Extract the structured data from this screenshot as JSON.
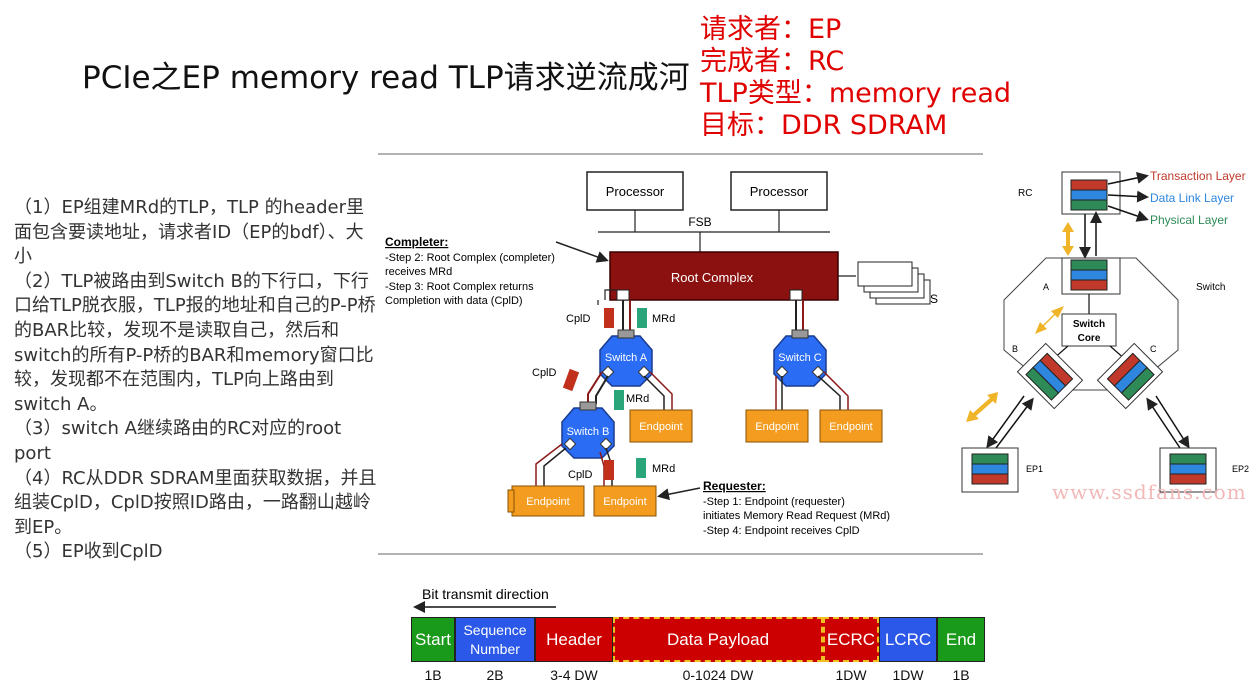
{
  "title": "PCIe之EP memory read TLP请求逆流成河",
  "info": [
    "请求者：EP",
    "完成者：RC",
    "TLP类型：memory read",
    "目标：DDR SDRAM"
  ],
  "steps": [
    "（1）EP组建MRd的TLP，TLP 的header里面包含要读地址，请求者ID（EP的bdf）、大小",
    "（2）TLP被路由到Switch B的下行口，下行口给TLP脱衣服，TLP报的地址和自己的P-P桥的BAR比较，发现不是读取自己，然后和switch的所有P-P桥的BAR和memory窗口比较，发现都不在范围内，TLP向上路由到switch A。",
    "（3）switch A继续路由的RC对应的root port",
    "（4）RC从DDR SDRAM里面获取数据，并且组装CplD，CplD按照ID路由，一路翻山越岭到EP。",
    "（5）EP收到CplD"
  ],
  "topology": {
    "processor1": "Processor",
    "processor2": "Processor",
    "fsb": "FSB",
    "root_complex": "Root Complex",
    "switch_a": "Switch A",
    "switch_b": "Switch B",
    "switch_c": "Switch C",
    "endpoint": "Endpoint",
    "cpld": "CplD",
    "mrd": "MRd",
    "s_label": "S",
    "completer": {
      "heading": "Completer:",
      "lines": [
        "-Step 2: Root Complex (completer)",
        "receives MRd",
        "-Step 3: Root Complex returns",
        "Completion with data (CplD)"
      ]
    },
    "requester": {
      "heading": "Requester:",
      "lines": [
        "-Step 1: Endpoint (requester)",
        "initiates Memory Read Request (MRd)",
        "-Step 4: Endpoint receives CplD"
      ]
    }
  },
  "layers": {
    "rc": "RC",
    "switch": "Switch",
    "a": "A",
    "b": "B",
    "c": "C",
    "switch_core_1": "Switch",
    "switch_core_2": "Core",
    "ep1": "EP1",
    "ep2": "EP2",
    "transaction": "Transaction Layer",
    "data_link": "Data Link Layer",
    "physical": "Physical Layer",
    "transaction_color": "#c0392b",
    "data_link_color": "#2e86de",
    "physical_color": "#2e8b57"
  },
  "tlp": {
    "direction": "Bit transmit direction",
    "fields": [
      {
        "label": "Start",
        "size": "1B",
        "color": "#1a9a1a"
      },
      {
        "label": "Sequence Number",
        "size": "2B",
        "color": "#2b58e8"
      },
      {
        "label": "Header",
        "size": "3-4 DW",
        "color": "#cc0000"
      },
      {
        "label": "Data Payload",
        "size": "0-1024 DW",
        "color": "#cc0000"
      },
      {
        "label": "ECRC",
        "size": "1DW",
        "color": "#cc0000"
      },
      {
        "label": "LCRC",
        "size": "1DW",
        "color": "#2b58e8"
      },
      {
        "label": "End",
        "size": "1B",
        "color": "#1a9a1a"
      }
    ]
  },
  "watermark": "www.ssdfans.com"
}
